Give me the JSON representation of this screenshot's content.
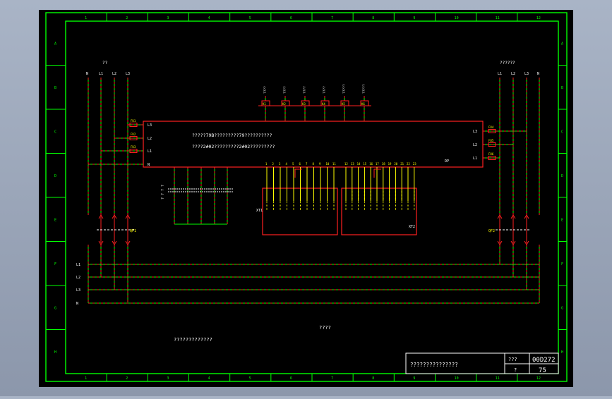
{
  "colors": {
    "background": "#000000",
    "frame": "#00ff00",
    "component": "#ff2020",
    "label": "#ffff00",
    "text": "#ffffff"
  },
  "frame": {
    "columns": [
      "1",
      "2",
      "3",
      "4",
      "5",
      "6",
      "7",
      "8",
      "9",
      "10",
      "11",
      "12"
    ],
    "rows": [
      "A",
      "B",
      "C",
      "D",
      "E",
      "F",
      "G",
      "H"
    ]
  },
  "left_feed": {
    "title": "??",
    "lines": [
      "N",
      "L1",
      "L2",
      "L3"
    ],
    "fuses": [
      "FU1",
      "FU2",
      "FU3"
    ],
    "breaker": "QF1"
  },
  "right_feed": {
    "title": "??????",
    "lines": [
      "L1",
      "L2",
      "L3",
      "N"
    ],
    "fuses": [
      "FU4",
      "FU5",
      "FU6"
    ],
    "breaker": "QF2"
  },
  "main_box": {
    "line1": "?????79B?????????79??????????",
    "line2": "????2#02?????????2#02?????????",
    "left_terms": [
      "L3",
      "L2",
      "L1",
      "N"
    ],
    "right_terms": [
      "L3",
      "L2",
      "L1"
    ],
    "tag": "DP"
  },
  "top_loads": {
    "labels": [
      "????",
      "????",
      "????",
      "????",
      "?????",
      "?????"
    ],
    "tags": [
      "K1",
      "K2",
      "K3",
      "K4",
      "K5",
      "K6"
    ]
  },
  "terminal_blocks": {
    "xt1_label": "XT1",
    "xt2_label": "XT2",
    "xt1_numbers": [
      "1",
      "2",
      "3",
      "4",
      "5",
      "6",
      "7",
      "8",
      "9",
      "10",
      "11"
    ],
    "xt2_numbers": [
      "12",
      "13",
      "14",
      "15",
      "16",
      "17",
      "18",
      "19",
      "20",
      "21",
      "22",
      "23"
    ]
  },
  "cable_bundle_label": "? ? ? ?",
  "bus": {
    "labels": [
      "L1",
      "L2",
      "L3",
      "N"
    ]
  },
  "notes": {
    "center": "????",
    "left": "?????????????"
  },
  "title_block": {
    "name": "???????????????",
    "field1_label": "???",
    "field1_value": "00D272",
    "field2_label": "?",
    "field2_value": "75"
  }
}
